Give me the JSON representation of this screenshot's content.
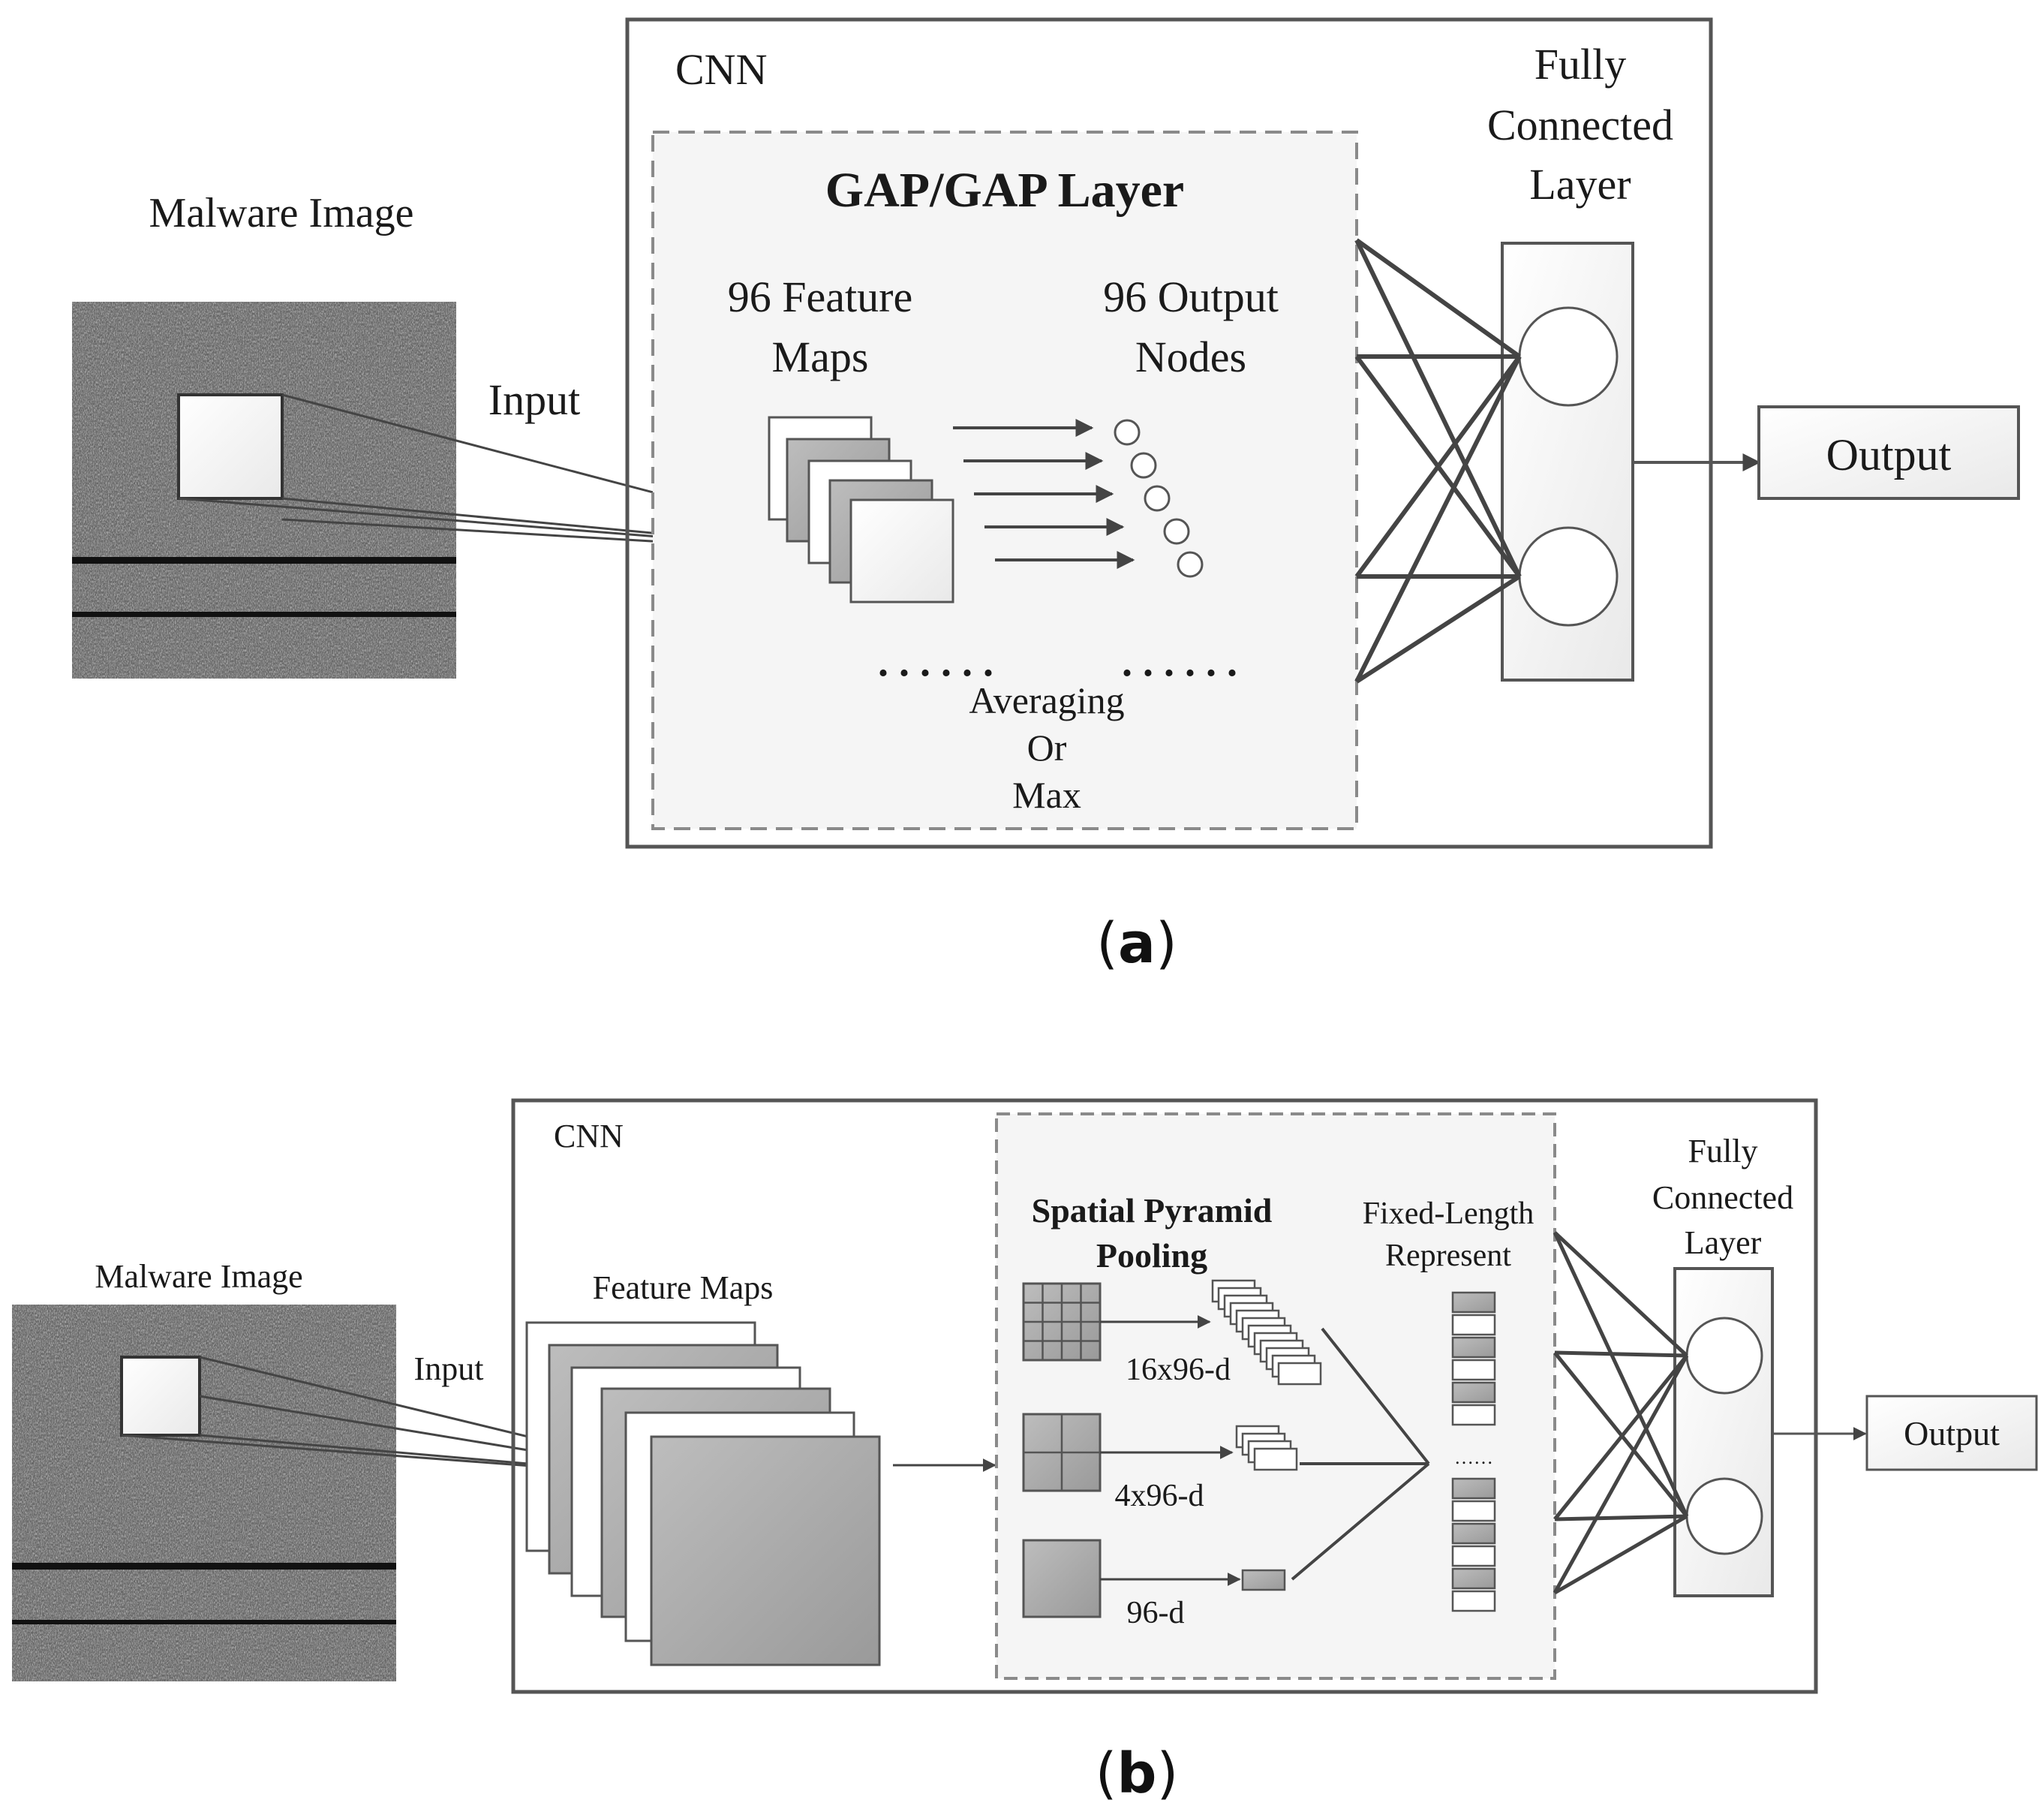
{
  "panel_a": {
    "caption_label": "a",
    "malware_image_label": "Malware Image",
    "input_label": "Input",
    "cnn_label": "CNN",
    "gap_layer_label": "GAP/GAP Layer",
    "feature_maps_label": [
      "96 Feature",
      "Maps"
    ],
    "output_nodes_label": [
      "96 Output",
      "Nodes"
    ],
    "ellipsis": "......",
    "averaging_label": [
      "Averaging",
      "Or",
      "Max"
    ],
    "fc_label": [
      "Fully",
      "Connected",
      "Layer"
    ],
    "output_label": "Output"
  },
  "panel_b": {
    "caption_label": "b",
    "malware_image_label": "Malware Image",
    "input_label": "Input",
    "cnn_label": "CNN",
    "feature_maps_label": "Feature Maps",
    "spp_label": [
      "Spatial Pyramid",
      "Pooling"
    ],
    "fixed_length_label": [
      "Fixed-Length",
      "Represent"
    ],
    "level_labels": [
      "16x96-d",
      "4x96-d",
      "96-d"
    ],
    "small_ellipsis": "……",
    "fc_label": [
      "Fully",
      "Connected",
      "Layer"
    ],
    "output_label": "Output"
  },
  "colors": {
    "stroke": "#4a4a4a",
    "box_fill": "#f3f3f3",
    "gray_fill": "#a9a9a9",
    "dashed": "#8a8a8a"
  }
}
